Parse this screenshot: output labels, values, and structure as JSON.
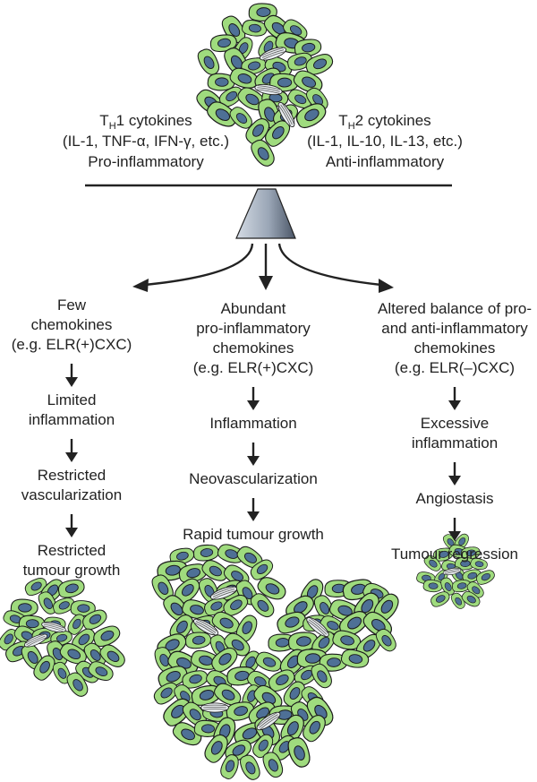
{
  "left_cytokines": {
    "prefix": "T",
    "subscript": "H",
    "suffix": "1 cytokines",
    "examples": "(IL-1, TNF-α, IFN-γ, etc.)",
    "role": "Pro-inflammatory"
  },
  "right_cytokines": {
    "prefix": "T",
    "subscript": "H",
    "suffix": "2 cytokines",
    "examples": "(IL-1, IL-10, IL-13, etc.)",
    "role": "Anti-inflammatory"
  },
  "branches": [
    {
      "header": [
        "Few",
        "chemokines",
        "(e.g. ELR(+)CXC)"
      ],
      "steps": [
        [
          "Limited",
          "inflammation"
        ],
        [
          "Restricted",
          "vascularization"
        ],
        [
          "Restricted",
          "tumour growth"
        ]
      ]
    },
    {
      "header": [
        "Abundant",
        "pro-inflammatory",
        "chemokines",
        "(e.g. ELR(+)CXC)"
      ],
      "steps": [
        [
          "Inflammation"
        ],
        [
          "Neovascularization"
        ],
        [
          "Rapid tumour growth"
        ]
      ]
    },
    {
      "header": [
        "Altered balance of pro-",
        "and anti-inflammatory",
        "chemokines",
        "(e.g. ELR(–)CXC)"
      ],
      "steps": [
        [
          "Excessive",
          "inflammation"
        ],
        [
          "Angiostasis"
        ],
        [
          "Tumour regression"
        ]
      ]
    }
  ],
  "colors": {
    "cell_fill": "#9fdb7e",
    "nucleus_fill": "#4e7096",
    "vessel_fill": "#e8ecef",
    "fulcrum_light": "#d4dbe4",
    "fulcrum_dark": "#4a5566"
  }
}
